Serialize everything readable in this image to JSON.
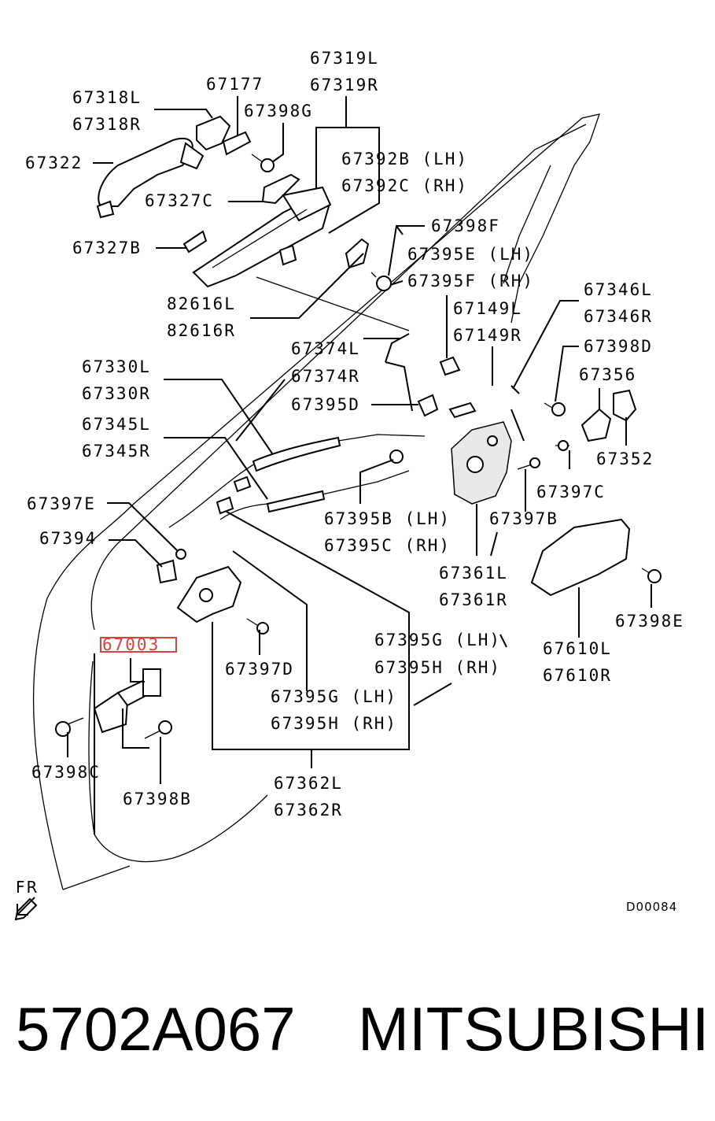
{
  "labels": {
    "p67319L": "67319L",
    "p67319R": "67319R",
    "p67177": "67177",
    "p67318L": "67318L",
    "p67318R": "67318R",
    "p67398G": "67398G",
    "p67322": "67322",
    "p67392B": "67392B (LH)",
    "p67392C": "67392C (RH)",
    "p67327C": "67327C",
    "p67398F": "67398F",
    "p67327B": "67327B",
    "p67395E": "67395E (LH)",
    "p67395F": "67395F (RH)",
    "p82616L": "82616L",
    "p82616R": "82616R",
    "p67346L": "67346L",
    "p67346R": "67346R",
    "p67149L": "67149L",
    "p67149R": "67149R",
    "p67374L": "67374L",
    "p67374R": "67374R",
    "p67398D": "67398D",
    "p67330L": "67330L",
    "p67330R": "67330R",
    "p67356": "67356",
    "p67395D": "67395D",
    "p67345L": "67345L",
    "p67345R": "67345R",
    "p67352": "67352",
    "p67397E": "67397E",
    "p67397C": "67397C",
    "p67395B": "67395B (LH)",
    "p67395C": "67395C (RH)",
    "p67397B": "67397B",
    "p67394": "67394",
    "p67361L": "67361L",
    "p67361R": "67361R",
    "p67398E": "67398E",
    "p67003": "67003",
    "p67395G1": "67395G (LH)",
    "p67395H1": "67395H (RH)",
    "p67610L": "67610L",
    "p67610R": "67610R",
    "p67397D": "67397D",
    "p67395G2": "67395G (LH)",
    "p67395H2": "67395H (RH)",
    "p67398C": "67398C",
    "p67398B": "67398B",
    "p67362L": "67362L",
    "p67362R": "67362R",
    "fr": "FR",
    "diagram_id": "D00084"
  },
  "footer": {
    "part_number": "5702A067",
    "brand": "MITSUBISHI"
  },
  "highlight": {
    "part": "67003",
    "color": "#d94040"
  }
}
